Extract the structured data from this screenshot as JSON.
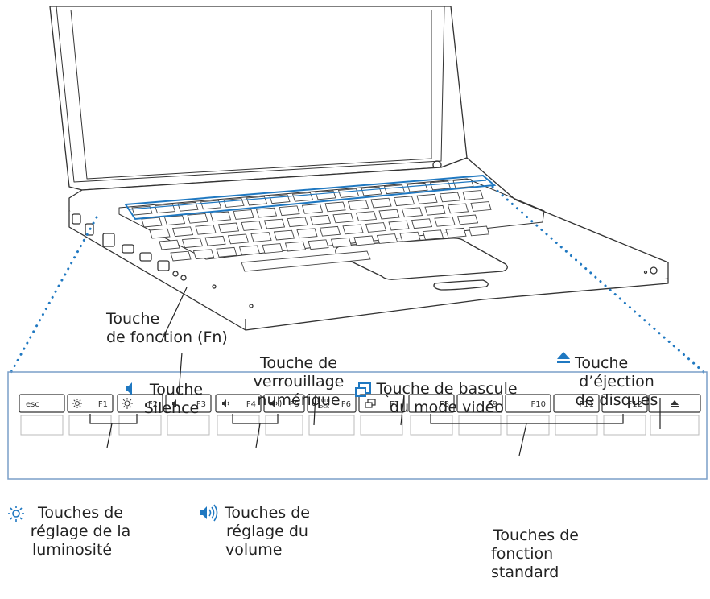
{
  "colors": {
    "accent_blue": "#1f78c1",
    "outline": "#333333",
    "frame": "#7a9fc9"
  },
  "labels": {
    "fn_key": [
      "Touche",
      "de fonction (Fn)"
    ],
    "silence": [
      "Touche",
      "Silence"
    ],
    "num_lock": [
      "Touche de",
      "verrouillage",
      "numérique"
    ],
    "video_mode": [
      "Touche de bascule",
      "du mode vidéo"
    ],
    "eject": [
      "Touche",
      "d’éjection",
      "de disques"
    ],
    "brightness": [
      "Touches de",
      "réglage de la",
      "luminosité"
    ],
    "volume": [
      "Touches de",
      "réglage du",
      "volume"
    ],
    "standard_fn": [
      "Touches de",
      "fonction",
      "standard"
    ]
  },
  "keys": [
    {
      "id": "esc",
      "label": "esc"
    },
    {
      "id": "f1",
      "label": "F1",
      "icon": "brightness-low-icon"
    },
    {
      "id": "f2",
      "label": "F2",
      "icon": "brightness-high-icon"
    },
    {
      "id": "f3",
      "label": "F3",
      "icon": "mute-icon"
    },
    {
      "id": "f4",
      "label": "F4",
      "icon": "volume-down-icon"
    },
    {
      "id": "f5",
      "label": "F5",
      "icon": "volume-up-icon"
    },
    {
      "id": "f6",
      "label": "F6",
      "icon": "num-lock-icon",
      "sub": [
        "num",
        "lock"
      ]
    },
    {
      "id": "f7",
      "label": "F7",
      "icon": "display-mirror-icon"
    },
    {
      "id": "f8",
      "label": "F8"
    },
    {
      "id": "f9",
      "label": "F9"
    },
    {
      "id": "f10",
      "label": "F10"
    },
    {
      "id": "f11",
      "label": "F11"
    },
    {
      "id": "f12",
      "label": "F12"
    },
    {
      "id": "eject",
      "label": "",
      "icon": "eject-icon"
    }
  ]
}
